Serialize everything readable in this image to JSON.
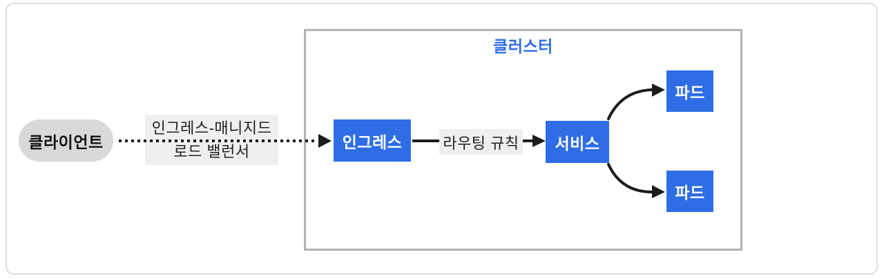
{
  "diagram": {
    "cluster": {
      "title": "클러스터"
    },
    "client": {
      "label": "클라이언트"
    },
    "nodes": {
      "ingress": {
        "label": "인그레스"
      },
      "service": {
        "label": "서비스"
      },
      "pod1": {
        "label": "파드"
      },
      "pod2": {
        "label": "파드"
      }
    },
    "edges": {
      "load_balancer_label_line1": "인그레스-매니지드",
      "load_balancer_label_line2": "로드 밸런서",
      "routing_label": "라우팅 규칙"
    },
    "colors": {
      "node_blue": "#2e6de6",
      "cluster_title_blue": "#2e6de6",
      "client_gray": "#d9d9d9",
      "cluster_border_gray": "#b3b3b3",
      "edge_label_bg": "#efefef",
      "arrow_black": "#1c1c1c",
      "outer_frame_border": "#d9dde3"
    }
  }
}
